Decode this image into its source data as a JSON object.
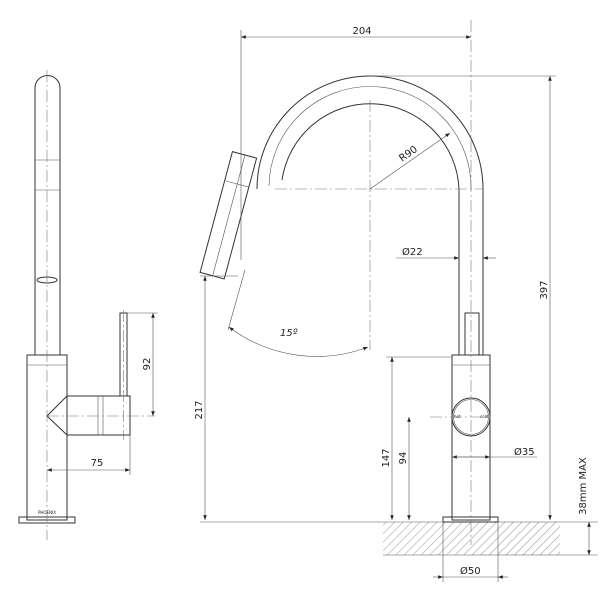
{
  "drawing": {
    "dimensions": {
      "reach": "204",
      "radius": "R90",
      "spout_diameter": "Ø22",
      "total_height": "397",
      "spout_height": "217",
      "spray_angle": "15º",
      "body_height": "147",
      "handle_height": "94",
      "body_diameter": "Ø35",
      "base_diameter": "Ø50",
      "bench_thickness": "38mm MAX",
      "lever_length": "92",
      "handle_projection": "75"
    },
    "brand_mark": "PHOENIX",
    "handle_marks": {
      "hot": "hot",
      "cold": "cold"
    }
  }
}
